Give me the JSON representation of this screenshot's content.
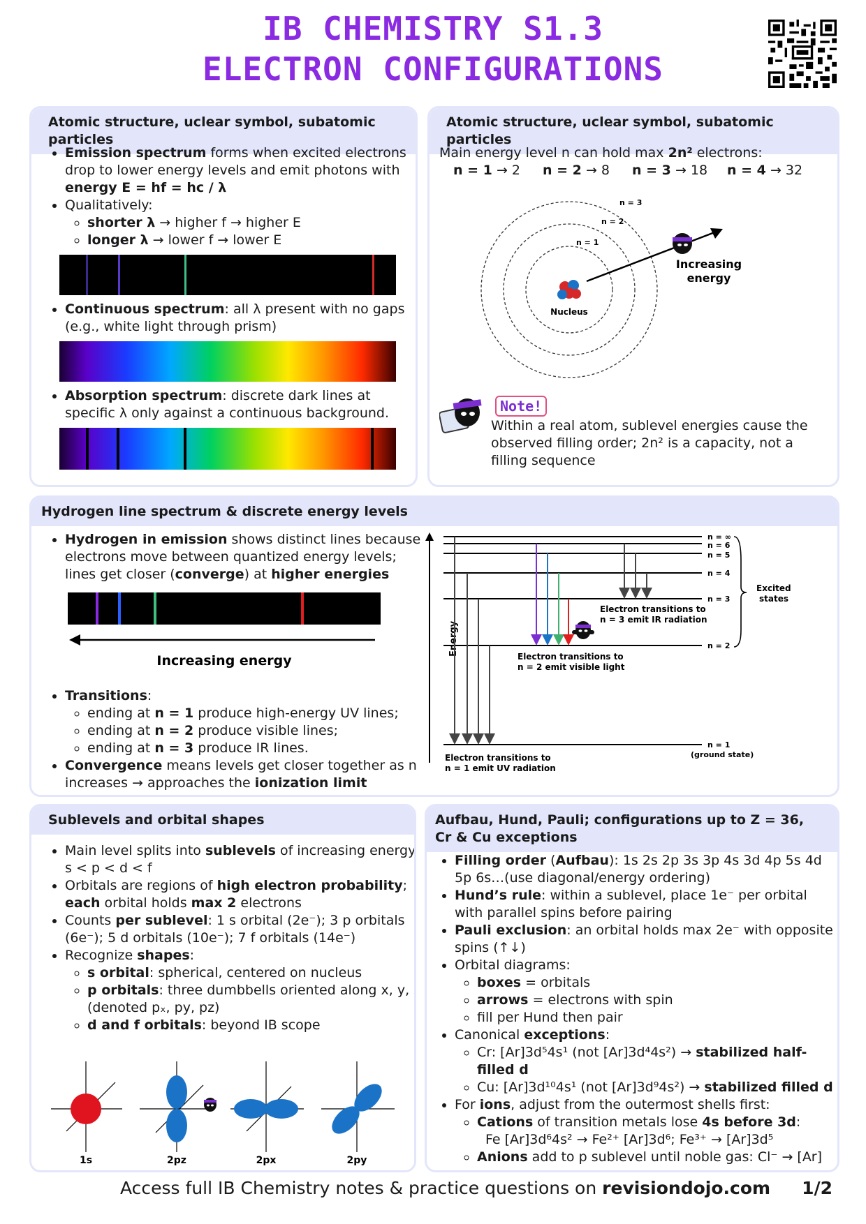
{
  "header": {
    "title_line1": "IB CHEMISTRY S1.3",
    "title_line2": "ELECTRON CONFIGURATIONS",
    "title_color": "#8a2be2",
    "qr_icon": "qr-code-icon"
  },
  "card1": {
    "heading": "Atomic structure, uclear symbol, subatomic particles",
    "b1_bold": "Emission spectrum",
    "b1_text": " forms when excited electrons drop to lower energy levels and emit photons with ",
    "b1_formula": "energy E = hf = hc / λ",
    "b2_text": "Qualitatively:",
    "b2a_bold": "shorter λ",
    "b2a_text": " → higher f → higher E",
    "b2b_bold": "longer λ",
    "b2b_text": " → lower f → lower E",
    "b3_bold": "Continuous spectrum",
    "b3_text": ": all λ present with no gaps (e.g., white light through prism)",
    "b4_bold": "Absorption spectrum",
    "b4_text": ": discrete dark lines at specific λ only against a continuous background."
  },
  "card2": {
    "heading": "Atomic structure, uclear symbol, subatomic particles",
    "intro_text": "Main energy level n can hold max ",
    "intro_bold": "2n²",
    "intro_end": " electrons:",
    "capacities": [
      {
        "label": "n = 1",
        "value": "→ 2"
      },
      {
        "label": "n = 2",
        "value": "→ 8"
      },
      {
        "label": "n = 3",
        "value": "→ 18"
      },
      {
        "label": "n = 4",
        "value": "→ 32"
      }
    ],
    "orbit_labels": [
      "n = 1",
      "n = 2",
      "n = 3"
    ],
    "nucleus_label": "Nucleus",
    "arrow_label_1": "Increasing",
    "arrow_label_2": "energy",
    "note_badge": "Note!",
    "note_text": "Within a real atom, sublevel energies cause the observed filling order; 2n² is a capacity, not a filling sequence"
  },
  "card3": {
    "heading": "Hydrogen line spectrum & discrete energy levels",
    "b1_bold": "Hydrogen in emission",
    "b1_text": " shows distinct lines because electrons move between quantized energy levels; lines get closer (",
    "b1_bold2": "converge",
    "b1_text2": ") at ",
    "b1_bold3": "higher energies",
    "arrow_label": "Increasing energy",
    "b2_bold": "Transitions",
    "b2_text": ":",
    "t_pre": "ending at ",
    "t1_bold": "n = 1",
    "t1_text": " produce high-energy UV lines;",
    "t2_bold": "n = 2",
    "t2_text": " produce visible lines;",
    "t3_bold": "n = 3",
    "t3_text": " produce IR lines.",
    "b3_bold": "Convergence",
    "b3_text": " means levels get closer together as n increases → approaches the ",
    "b3_bold2": "ionization limit",
    "diagram": {
      "y_axis": "Energy",
      "levels": [
        "n = ∞",
        "n = 6",
        "n = 5",
        "n = 4",
        "n = 3",
        "n = 2",
        "n = 1"
      ],
      "ground_state": "(ground state)",
      "excited_1": "Excited",
      "excited_2": "states",
      "ir_1": "Electron transitions to",
      "ir_2": "n = 3 emit IR radiation",
      "vis_1": "Electron transitions to",
      "vis_2": "n = 2 emit visible light",
      "uv_1": "Electron transitions to",
      "uv_2": "n = 1 emit UV radiation"
    }
  },
  "card4": {
    "heading": "Sublevels and orbital shapes",
    "b1_text": "Main level splits into ",
    "b1_bold": "sublevels",
    "b1_text2": " of increasing energy: s < p < d < f",
    "b2_text": "Orbitals are regions of ",
    "b2_bold": "high electron probability",
    "b2_text2": "; ",
    "b2_bold2": "each",
    "b2_text3": " orbital holds ",
    "b2_bold3": "max 2",
    "b2_text4": " electrons",
    "b3_text": "Counts ",
    "b3_bold": "per sublevel",
    "b3_text2": ": 1 s orbital (2e⁻); 3 p orbitals (6e⁻); 5 d orbitals (10e⁻); 7 f orbitals (14e⁻)",
    "b4_text": "Recognize ",
    "b4_bold": "shapes",
    "b4_text2": ":",
    "s1_bold": "s orbital",
    "s1_text": ": spherical, centered on nucleus",
    "s2_bold": "p orbitals",
    "s2_text": ": three dumbbells oriented along x, y, z (denoted pₓ, py, pz)",
    "s3_bold": "d and f orbitals",
    "s3_text": ": beyond IB scope",
    "orbital_labels": [
      "1s",
      "2pz",
      "2px",
      "2py"
    ],
    "orbital_color": "#1b73c8",
    "s_color": "#e0141e"
  },
  "card5": {
    "heading": "Aufbau, Hund, Pauli; configurations up to Z = 36, Cr & Cu exceptions",
    "b1_bold": "Filling order",
    "b1_text": " (",
    "b1_bold2": "Aufbau",
    "b1_text2": "): 1s 2s 2p 3s 3p 4s 3d 4p 5s 4d 5p 6s…(use diagonal/energy ordering)",
    "b2_bold": "Hund’s rule",
    "b2_text": ": within a sublevel, place 1e⁻ per orbital with parallel spins before pairing",
    "b3_bold": "Pauli exclusion",
    "b3_text": ": an orbital holds max 2e⁻ with opposite spins (↑↓)",
    "b4_text": "Orbital diagrams:",
    "o1_bold": "boxes",
    "o1_text": " = orbitals",
    "o2_bold": "arrows",
    "o2_text": " = electrons with spin",
    "o3_text": "fill per Hund then pair",
    "b5_text": "Canonical ",
    "b5_bold": "exceptions",
    "b5_text2": ":",
    "cr_text": "Cr: [Ar]3d⁵4s¹ (not [Ar]3d⁴4s²) → ",
    "cr_bold": "stabilized half-filled d",
    "cu_text": "Cu: [Ar]3d¹⁰4s¹ (not [Ar]3d⁹4s²) → ",
    "cu_bold": "stabilized filled d",
    "b6_text": "For ",
    "b6_bold": "ions",
    "b6_text2": ", adjust from the outermost shells first:",
    "c1_bold": "Cations",
    "c1_text": " of transition metals lose ",
    "c1_bold2": "4s before 3d",
    "c1_text2": ":",
    "c1_example": "Fe [Ar]3d⁶4s² → Fe²⁺ [Ar]3d⁶; Fe³⁺ → [Ar]3d⁵",
    "c2_bold": "Anions",
    "c2_text": " add to p sublevel until noble gas: Cl⁻ → [Ar]"
  },
  "footer": {
    "text": "Access full IB Chemistry notes & practice questions on ",
    "site": "revisiondojo.com",
    "page": "1/2"
  }
}
